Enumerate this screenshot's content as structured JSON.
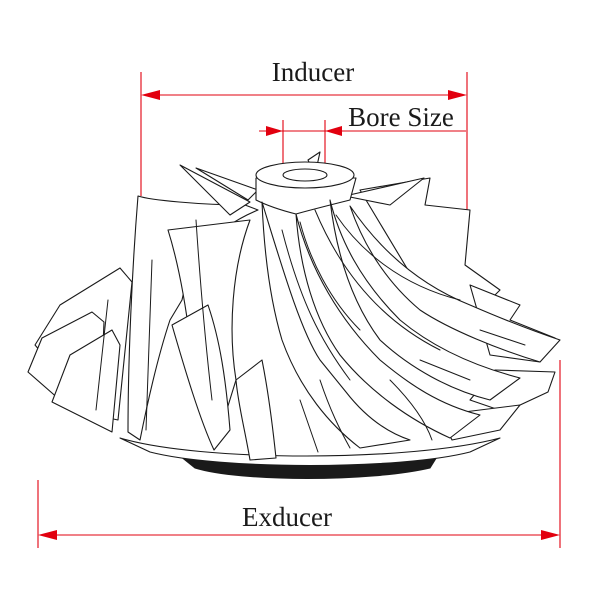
{
  "diagram": {
    "labels": {
      "inducer": "Inducer",
      "bore_size": "Bore Size",
      "exducer": "Exducer"
    },
    "colors": {
      "dimension": "#e2000f",
      "outline": "#1a1a1a",
      "background": "#ffffff"
    }
  }
}
